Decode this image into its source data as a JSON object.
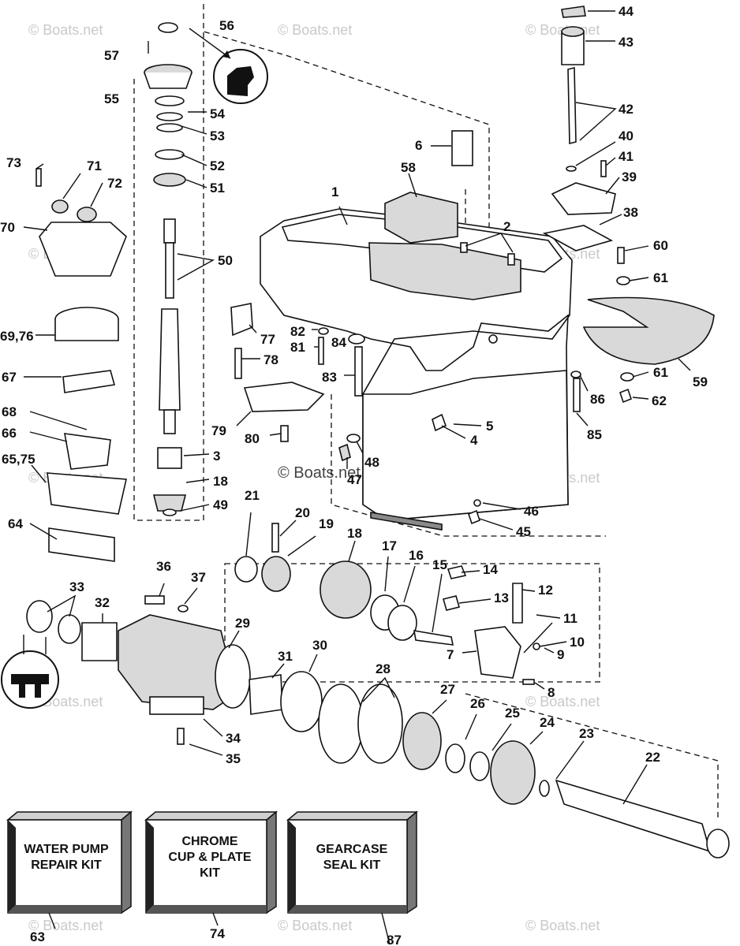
{
  "watermark": "© Boats.net",
  "kits": [
    {
      "line1": "WATER PUMP",
      "line2": "REPAIR KIT",
      "line3": "",
      "callout": "63"
    },
    {
      "line1": "CHROME",
      "line2": "CUP & PLATE",
      "line3": "KIT",
      "callout": "74"
    },
    {
      "line1": "GEARCASE",
      "line2": "SEAL KIT",
      "line3": "",
      "callout": "87"
    }
  ],
  "callouts": {
    "c44": "44",
    "c43": "43",
    "c42": "42",
    "c40": "40",
    "c41": "41",
    "c39": "39",
    "c38": "38",
    "c60": "60",
    "c61a": "61",
    "c61b": "61",
    "c59": "59",
    "c62": "62",
    "c86": "86",
    "c85": "85",
    "c56": "56",
    "c57": "57",
    "c55": "55",
    "c54": "54",
    "c53": "53",
    "c52": "52",
    "c51": "51",
    "c50": "50",
    "c6": "6",
    "c58": "58",
    "c1": "1",
    "c2": "2",
    "c73": "73",
    "c71": "71",
    "c72": "72",
    "c70": "70",
    "c6976": "69,76",
    "c67": "67",
    "c68": "68",
    "c66": "66",
    "c6575": "65,75",
    "c64": "64",
    "c77": "77",
    "c78": "78",
    "c82": "82",
    "c81": "81",
    "c84": "84",
    "c83": "83",
    "c79": "79",
    "c80": "80",
    "c3": "3",
    "c18a": "18",
    "c49": "49",
    "c5": "5",
    "c4": "4",
    "c48": "48",
    "c47": "47",
    "c46": "46",
    "c45": "45",
    "c21": "21",
    "c20": "20",
    "c19": "19",
    "c18b": "18",
    "c17": "17",
    "c16": "16",
    "c15": "15",
    "c14": "14",
    "c13": "13",
    "c12": "12",
    "c11": "11",
    "c10": "10",
    "c9": "9",
    "c7": "7",
    "c8": "8",
    "c36": "36",
    "c37": "37",
    "c33": "33",
    "c32": "32",
    "c29": "29",
    "c31": "31",
    "c30": "30",
    "c28": "28",
    "c27": "27",
    "c26": "26",
    "c25": "25",
    "c24": "24",
    "c23": "23",
    "c22": "22",
    "c34": "34",
    "c35": "35"
  }
}
